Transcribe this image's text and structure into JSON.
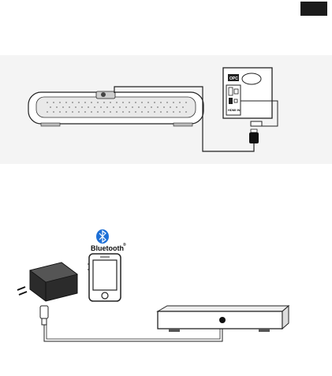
{
  "header": {
    "language_badge": ""
  },
  "figure_1": {
    "tv_panel_labels": {
      "top": "OPC",
      "bottom": "HDMI IN"
    }
  },
  "figure_2": {
    "bluetooth_label": "Bluetooth",
    "registered_mark": "®"
  },
  "colors": {
    "line": "#222222",
    "badge_bg": "#1b1b1b",
    "bluetooth_blue": "#1d6fd6"
  }
}
